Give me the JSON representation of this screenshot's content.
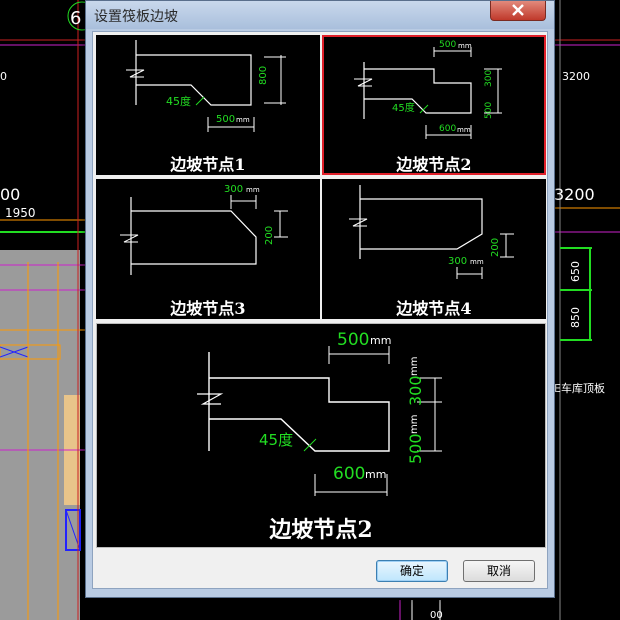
{
  "background": {
    "labels": [
      "6",
      "0",
      "3200",
      "1950",
      "00",
      "3200",
      "650",
      "850",
      "E车库顶板"
    ]
  },
  "dialog": {
    "title": "设置筏板边坡",
    "ok_label": "确定",
    "cancel_label": "取消",
    "selected_option": 2
  },
  "options": [
    {
      "label": "边坡节点1",
      "angle_text": "45度",
      "dim_width": "500",
      "dim_height": "800",
      "unit": "mm"
    },
    {
      "label": "边坡节点2",
      "angle_text": "45度",
      "dim_top": "500",
      "dim_step": "300",
      "dim_height": "500",
      "dim_bottom": "600",
      "unit": "mm"
    },
    {
      "label": "边坡节点3",
      "dim_width": "300",
      "dim_height": "200",
      "unit": "mm"
    },
    {
      "label": "边坡节点4",
      "dim_width": "300",
      "dim_height": "200",
      "unit": "mm"
    }
  ],
  "preview": {
    "label": "边坡节点2",
    "angle_text": "45度",
    "dim_top": "500",
    "dim_step": "300",
    "dim_height": "500",
    "dim_bottom": "600",
    "unit": "mm"
  },
  "colors": {
    "dimension_green": "#22dd22",
    "selected_border": "#e0202a"
  }
}
